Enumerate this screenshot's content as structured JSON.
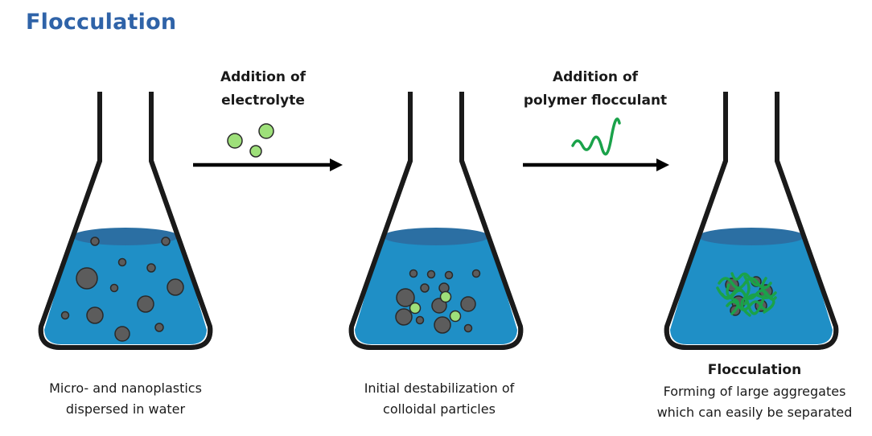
{
  "title": "Flocculation",
  "colors": {
    "title": "#2f63a8",
    "water": "#1f8fc6",
    "water_top": "#2b6fa3",
    "particle": "#5c5c5c",
    "electrolyte": "#9ee07a",
    "polymer": "#1aa24a",
    "outline": "#1a1a1a"
  },
  "steps": [
    {
      "label_lines": [
        "Addition of",
        "electrolyte"
      ],
      "icon": "green-electrolyte-particles"
    },
    {
      "label_lines": [
        "Addition of",
        "polymer flocculant"
      ],
      "icon": "polymer-chain-squiggle"
    }
  ],
  "flasks": [
    {
      "caption_lines": [
        "Micro- and nanoplastics",
        "dispersed in water"
      ],
      "caption_title": ""
    },
    {
      "caption_lines": [
        "Initial destabilization of",
        "colloidal particles"
      ],
      "caption_title": ""
    },
    {
      "caption_lines": [
        "Forming of large aggregates",
        "which can easily be separated"
      ],
      "caption_title": "Flocculation"
    }
  ]
}
